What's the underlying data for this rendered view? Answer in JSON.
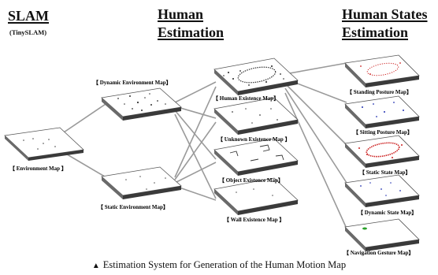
{
  "headings": {
    "slam": "SLAM",
    "slam_sub": "(TinySLAM)",
    "human_line1": "Human",
    "human_line2": "Estimation",
    "states_line1": "Human States",
    "states_line2": "Estimation"
  },
  "maps": {
    "environment": "【 Environment Map 】",
    "dynamic_env": "【 Dynamic Environment Map】",
    "static_env": "【 Static Environment Map】",
    "human_existence": "【 Human Existence Map】",
    "unknown_existence": "【 Unknown Existence Map 】",
    "object_existence": "【 Object  Existence Map】",
    "wall_existence": "【 Wall Existence Map 】",
    "standing_posture": "【 Standing Posture Map】",
    "sitting_posture": "【 Sitting Posture Map】",
    "static_state": "【 Static State Map】",
    "dynamic_state": "【 Dynamic State Map】",
    "navigation_gesture": "【 Navigation Gesture Map】"
  },
  "caption": {
    "marker": "▲",
    "text": "Estimation System for Generation of the Human Motion Map"
  },
  "colors": {
    "line": "#9a9a9a",
    "plate_side": "#3a3a3a",
    "red_dots": "#cc2020",
    "blue_dots": "#2030b0",
    "green_mark": "#2aa02a"
  }
}
